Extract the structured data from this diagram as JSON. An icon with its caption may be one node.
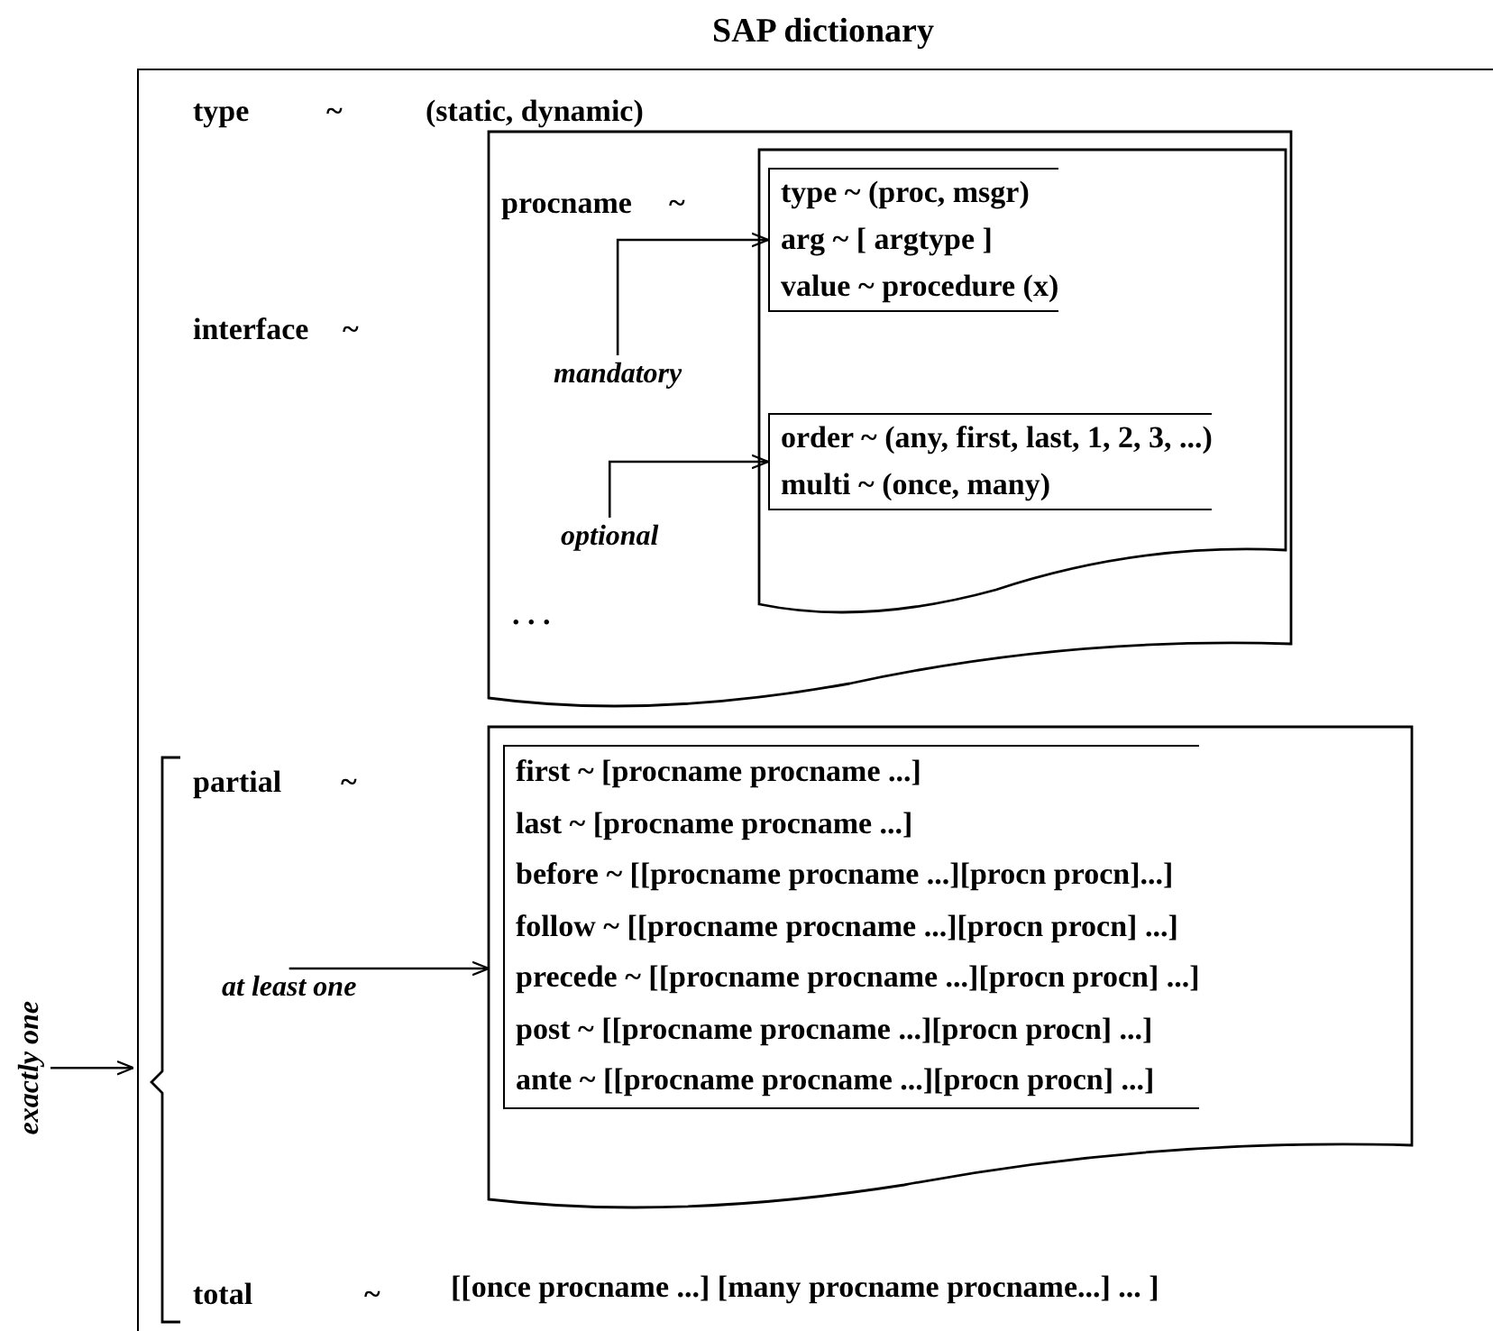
{
  "diagram": {
    "nodes": [
      {
        "text": [
          "SAP dictionary"
        ]
      },
      {
        "text": [
          "procname",
          "~",
          ". . ."
        ],
        "in": 0
      },
      {
        "text": [],
        "shape": "document",
        "in": 1
      },
      {
        "text": [
          "type ~ (proc, msgr)",
          "arg ~ [ argtype ]",
          "value ~ procedure (x)"
        ],
        "in": 2
      },
      {
        "text": [
          "order ~ (any, first, last, 1, 2, 3, ...)",
          "multi ~ (once, many)"
        ],
        "in": 2
      },
      {
        "text": [
          "mandatory"
        ],
        "in": 1
      },
      {
        "text": [
          "optional"
        ],
        "in": 1
      },
      {
        "text": [
          "first ~ [procname procname ...]",
          "last ~ [procname procname ...]",
          "before ~ [[procname procname ...][procn procn]...]",
          "follow ~ [[procname procname ...][procn procn] ...]",
          "precede ~ [[procname procname ...][procn procn] ...]",
          "post ~ [[procname procname ...][procn procn] ...]",
          "ante ~ [[procname procname ...][procn procn] ...]"
        ],
        "in": 0
      },
      {
        "text": [
          "at least one"
        ],
        "in": 0
      },
      {
        "text": [
          "exactly one"
        ]
      }
    ],
    "edges": [
      {
        "from": 5,
        "to": 3,
        "arrow": "to"
      },
      {
        "from": 6,
        "to": 4,
        "arrow": "to"
      },
      {
        "from": 8,
        "to": 7,
        "arrow": "to"
      },
      {
        "from": 9,
        "to": 0,
        "arrow": "to"
      }
    ],
    "labels": [
      "type",
      "~",
      "(static, dynamic)",
      "interface",
      "~",
      "partial",
      "~",
      "total",
      "~",
      "[[once procname ...] [many procname procname...] ... ]"
    ]
  }
}
